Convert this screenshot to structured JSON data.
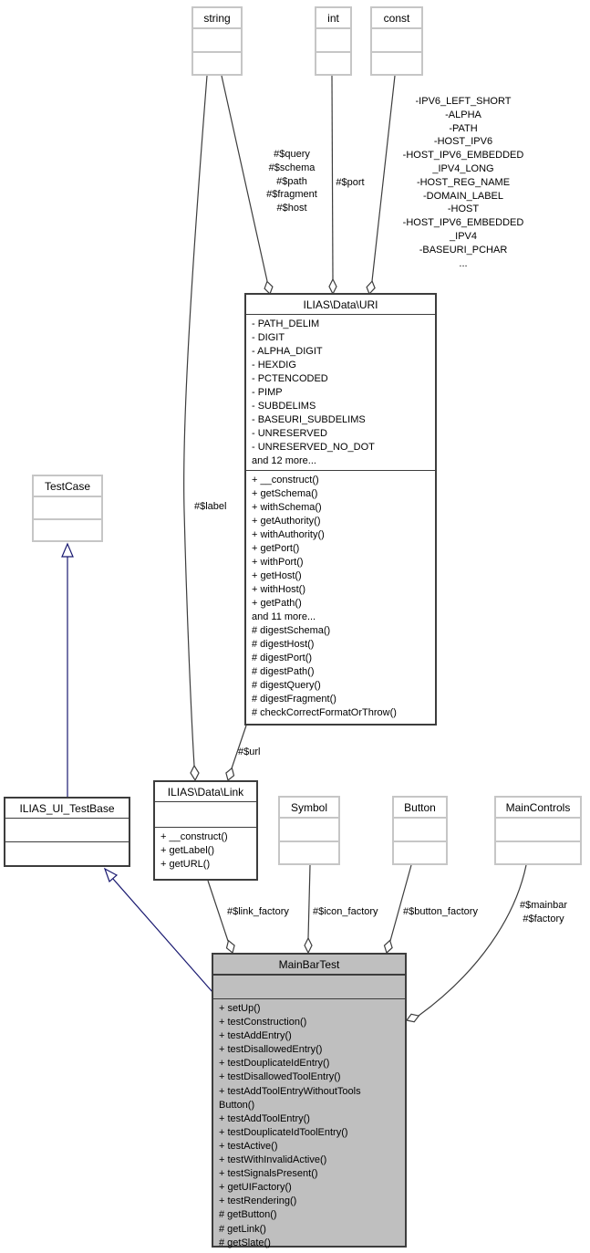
{
  "diagram": {
    "type": "uml-collaboration-diagram",
    "colors": {
      "background": "#ffffff",
      "node_fill": "#ffffff",
      "highlight_node_fill": "#bfbfbf",
      "external_node_border": "#c6c6c6",
      "node_border": "#3d3d3d",
      "edge": "#3d3d3d",
      "inheritance_edge": "#191970",
      "text": "#000000"
    },
    "nodes": {
      "string": {
        "title": "string"
      },
      "int": {
        "title": "int"
      },
      "const": {
        "title": "const"
      },
      "uri": {
        "title": "ILIAS\\Data\\URI",
        "attributes": [
          "- PATH_DELIM",
          "- DIGIT",
          "- ALPHA_DIGIT",
          "- HEXDIG",
          "- PCTENCODED",
          "- PIMP",
          "- SUBDELIMS",
          "- BASEURI_SUBDELIMS",
          "- UNRESERVED",
          "- UNRESERVED_NO_DOT",
          "and 12 more..."
        ],
        "methods": [
          "+ __construct()",
          "+ getSchema()",
          "+ withSchema()",
          "+ getAuthority()",
          "+ withAuthority()",
          "+ getPort()",
          "+ withPort()",
          "+ getHost()",
          "+ withHost()",
          "+ getPath()",
          "and 11 more...",
          "# digestSchema()",
          "# digestHost()",
          "# digestPort()",
          "# digestPath()",
          "# digestQuery()",
          "# digestFragment()",
          "# checkCorrectFormatOrThrow()"
        ]
      },
      "testcase": {
        "title": "TestCase"
      },
      "link": {
        "title": "ILIAS\\Data\\Link",
        "methods": [
          "+ __construct()",
          "+ getLabel()",
          "+ getURL()"
        ]
      },
      "symbol": {
        "title": "Symbol"
      },
      "button": {
        "title": "Button"
      },
      "maincontrols": {
        "title": "MainControls"
      },
      "testbase": {
        "title": "ILIAS_UI_TestBase"
      },
      "mainbartest": {
        "title": "MainBarTest",
        "methods": [
          "+ setUp()",
          "+ testConstruction()",
          "+ testAddEntry()",
          "+ testDisallowedEntry()",
          "+ testDouplicateIdEntry()",
          "+ testDisallowedToolEntry()",
          "+ testAddToolEntryWithoutTools\nButton()",
          "+ testAddToolEntry()",
          "+ testDouplicateIdToolEntry()",
          "+ testActive()",
          "+ testWithInvalidActive()",
          "+ testSignalsPresent()",
          "+ getUIFactory()",
          "+ testRendering()",
          "# getButton()",
          "# getLink()",
          "# getSlate()"
        ]
      }
    },
    "edge_labels": {
      "string_to_uri": "#$query\n#$schema\n#$path\n#$fragment\n#$host",
      "int_to_uri": "#$port",
      "const_to_uri": "-IPV6_LEFT_SHORT\n-ALPHA\n-PATH\n-HOST_IPV6\n-HOST_IPV6_EMBEDDED\n_IPV4_LONG\n-HOST_REG_NAME\n-DOMAIN_LABEL\n-HOST\n-HOST_IPV6_EMBEDDED\n_IPV4\n-BASEURI_PCHAR\n...",
      "string_to_link": "#$label",
      "uri_to_link": "#$url",
      "link_to_mainbartest": "#$link_factory",
      "symbol_to_mainbartest": "#$icon_factory",
      "button_to_mainbartest": "#$button_factory",
      "maincontrols_to_mainbartest": "#$mainbar\n#$factory"
    }
  }
}
